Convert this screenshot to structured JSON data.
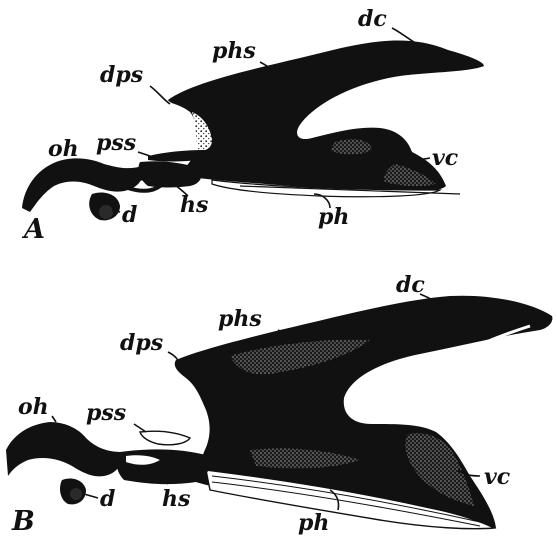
{
  "panels": [
    {
      "id": "A",
      "labels": {
        "panel": "A",
        "oh": "oh",
        "pss": "pss",
        "d": "d",
        "hs": "hs",
        "dps": "dps",
        "phs": "phs",
        "dc": "dc",
        "vc": "vc",
        "ph": "ph"
      }
    },
    {
      "id": "B",
      "labels": {
        "panel": "B",
        "oh": "oh",
        "pss": "pss",
        "d": "d",
        "hs": "hs",
        "dps": "dps",
        "phs": "phs",
        "dc": "dc",
        "vc": "vc",
        "ph": "ph"
      }
    }
  ],
  "colors": {
    "ink": "#111111",
    "stipple": "#c9c9c9",
    "paper": "#ffffff"
  }
}
